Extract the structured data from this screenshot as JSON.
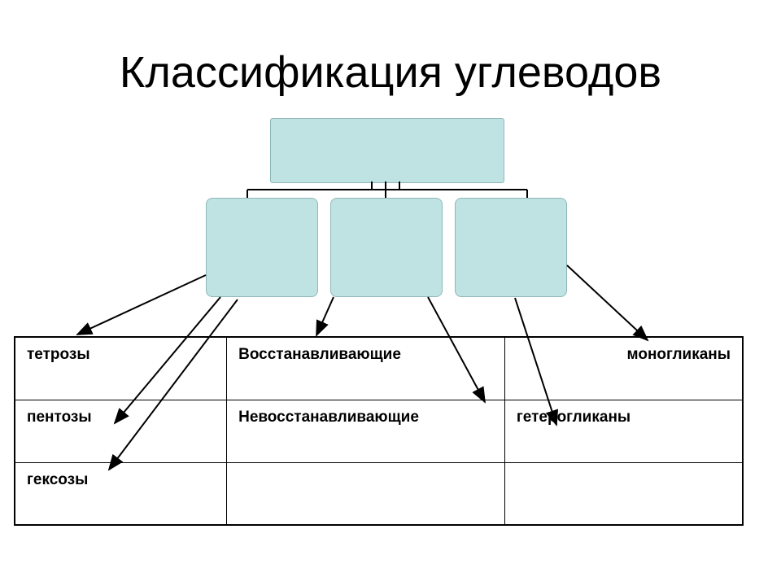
{
  "title": "Классификация углеводов",
  "colors": {
    "box_fill": "#bfe3e3",
    "box_border": "#8fb8b8",
    "line": "#000000"
  },
  "top_box": {
    "label": ""
  },
  "child_boxes": [
    {
      "label": ""
    },
    {
      "label": ""
    },
    {
      "label": ""
    }
  ],
  "table": {
    "rows": [
      [
        "тетрозы",
        "Восстанавливающие",
        "моногликаны"
      ],
      [
        "пентозы",
        "Невосстанавливающие",
        "гетерогликаны"
      ],
      [
        "гексозы",
        "",
        ""
      ]
    ]
  }
}
